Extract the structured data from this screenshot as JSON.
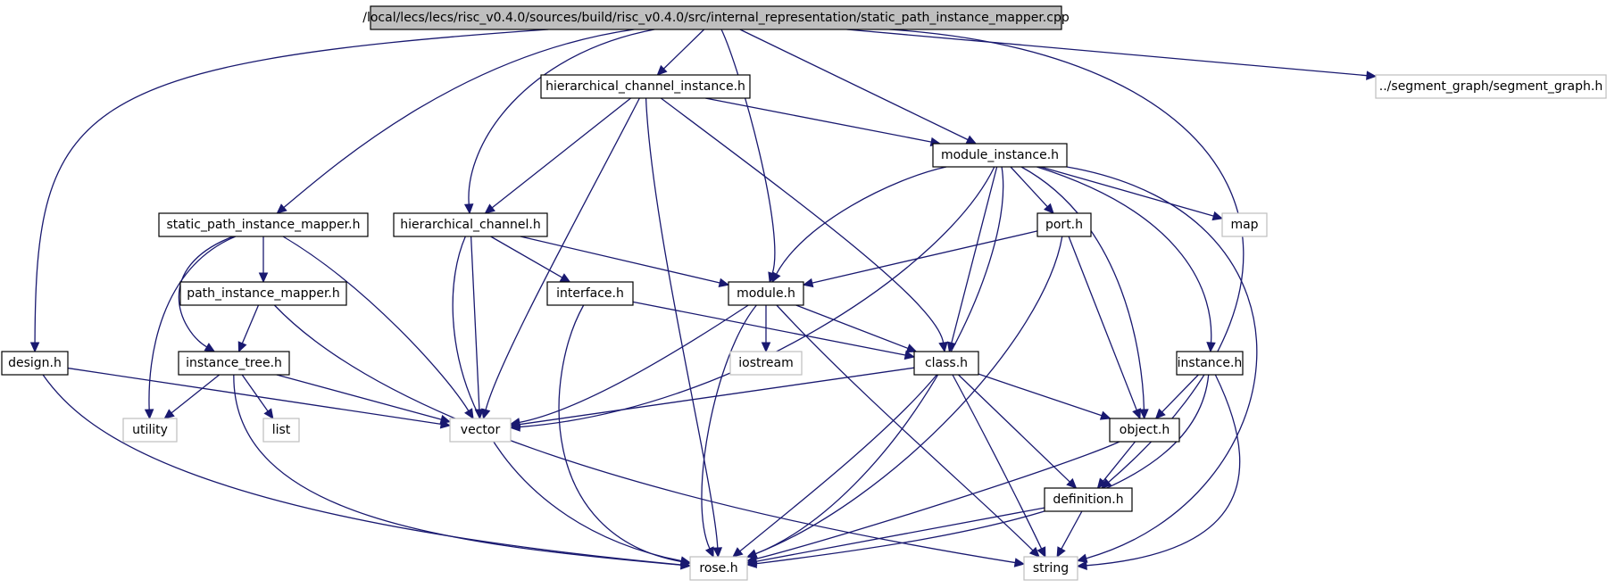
{
  "graph": {
    "nodes": [
      {
        "id": "root",
        "label": "/local/lecs/lecs/risc_v0.4.0/sources/build/risc_v0.4.0/src/internal_representation/static_path_instance_mapper.cpp",
        "style": "root"
      },
      {
        "id": "hier_chan_inst",
        "label": "hierarchical_channel_instance.h",
        "style": "normal"
      },
      {
        "id": "segment_graph",
        "label": "../segment_graph/segment_graph.h",
        "style": "external"
      },
      {
        "id": "module_instance",
        "label": "module_instance.h",
        "style": "normal"
      },
      {
        "id": "static_path",
        "label": "static_path_instance_mapper.h",
        "style": "normal"
      },
      {
        "id": "hier_chan",
        "label": "hierarchical_channel.h",
        "style": "normal"
      },
      {
        "id": "port",
        "label": "port.h",
        "style": "normal"
      },
      {
        "id": "map",
        "label": "map",
        "style": "external"
      },
      {
        "id": "path_mapper",
        "label": "path_instance_mapper.h",
        "style": "normal"
      },
      {
        "id": "interface",
        "label": "interface.h",
        "style": "normal"
      },
      {
        "id": "module",
        "label": "module.h",
        "style": "normal"
      },
      {
        "id": "design",
        "label": "design.h",
        "style": "normal"
      },
      {
        "id": "instance_tree",
        "label": "instance_tree.h",
        "style": "normal"
      },
      {
        "id": "iostream",
        "label": "iostream",
        "style": "external"
      },
      {
        "id": "class",
        "label": "class.h",
        "style": "normal"
      },
      {
        "id": "instance",
        "label": "instance.h",
        "style": "normal"
      },
      {
        "id": "utility",
        "label": "utility",
        "style": "external"
      },
      {
        "id": "list",
        "label": "list",
        "style": "external"
      },
      {
        "id": "vector",
        "label": "vector",
        "style": "external"
      },
      {
        "id": "object",
        "label": "object.h",
        "style": "normal"
      },
      {
        "id": "definition",
        "label": "definition.h",
        "style": "normal"
      },
      {
        "id": "rose",
        "label": "rose.h",
        "style": "external"
      },
      {
        "id": "string",
        "label": "string",
        "style": "external"
      }
    ],
    "edges": [
      {
        "from": "root",
        "to": "hier_chan_inst"
      },
      {
        "from": "root",
        "to": "segment_graph"
      },
      {
        "from": "root",
        "to": "module_instance"
      },
      {
        "from": "root",
        "to": "static_path"
      },
      {
        "from": "root",
        "to": "hier_chan"
      },
      {
        "from": "root",
        "to": "module"
      },
      {
        "from": "root",
        "to": "design"
      },
      {
        "from": "root",
        "to": "definition"
      },
      {
        "from": "hier_chan_inst",
        "to": "module_instance"
      },
      {
        "from": "hier_chan_inst",
        "to": "hier_chan"
      },
      {
        "from": "hier_chan_inst",
        "to": "vector"
      },
      {
        "from": "hier_chan_inst",
        "to": "rose"
      },
      {
        "from": "hier_chan_inst",
        "to": "class"
      },
      {
        "from": "module_instance",
        "to": "module"
      },
      {
        "from": "module_instance",
        "to": "port"
      },
      {
        "from": "module_instance",
        "to": "map"
      },
      {
        "from": "module_instance",
        "to": "class"
      },
      {
        "from": "module_instance",
        "to": "instance"
      },
      {
        "from": "module_instance",
        "to": "object"
      },
      {
        "from": "module_instance",
        "to": "vector"
      },
      {
        "from": "module_instance",
        "to": "rose"
      },
      {
        "from": "module_instance",
        "to": "string"
      },
      {
        "from": "static_path",
        "to": "path_mapper"
      },
      {
        "from": "static_path",
        "to": "instance_tree"
      },
      {
        "from": "static_path",
        "to": "utility"
      },
      {
        "from": "static_path",
        "to": "vector"
      },
      {
        "from": "hier_chan",
        "to": "interface"
      },
      {
        "from": "hier_chan",
        "to": "module"
      },
      {
        "from": "hier_chan",
        "to": "vector"
      },
      {
        "from": "hier_chan",
        "to": "rose"
      },
      {
        "from": "port",
        "to": "module"
      },
      {
        "from": "port",
        "to": "object"
      },
      {
        "from": "port",
        "to": "rose"
      },
      {
        "from": "path_mapper",
        "to": "instance_tree"
      },
      {
        "from": "path_mapper",
        "to": "string"
      },
      {
        "from": "interface",
        "to": "class"
      },
      {
        "from": "interface",
        "to": "rose"
      },
      {
        "from": "module",
        "to": "iostream"
      },
      {
        "from": "module",
        "to": "class"
      },
      {
        "from": "module",
        "to": "vector"
      },
      {
        "from": "module",
        "to": "rose"
      },
      {
        "from": "module",
        "to": "string"
      },
      {
        "from": "design",
        "to": "vector"
      },
      {
        "from": "design",
        "to": "rose"
      },
      {
        "from": "instance_tree",
        "to": "utility"
      },
      {
        "from": "instance_tree",
        "to": "list"
      },
      {
        "from": "instance_tree",
        "to": "vector"
      },
      {
        "from": "instance_tree",
        "to": "rose"
      },
      {
        "from": "class",
        "to": "vector"
      },
      {
        "from": "class",
        "to": "object"
      },
      {
        "from": "class",
        "to": "definition"
      },
      {
        "from": "class",
        "to": "rose"
      },
      {
        "from": "class",
        "to": "string"
      },
      {
        "from": "instance",
        "to": "object"
      },
      {
        "from": "instance",
        "to": "rose"
      },
      {
        "from": "instance",
        "to": "string"
      },
      {
        "from": "object",
        "to": "definition"
      },
      {
        "from": "object",
        "to": "rose"
      },
      {
        "from": "definition",
        "to": "rose"
      },
      {
        "from": "definition",
        "to": "string"
      }
    ],
    "colors": {
      "edge": "#191970",
      "root_fill": "#bfbfbf",
      "node_border": "#000000",
      "external_border": "#bfbfbf",
      "text": "#000000"
    }
  }
}
